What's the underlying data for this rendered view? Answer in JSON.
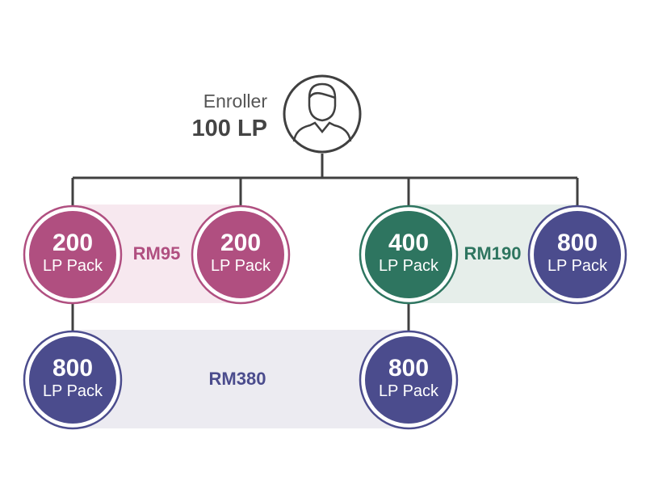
{
  "colors": {
    "line": "#404040",
    "pink": "#b04f80",
    "green": "#2e7560",
    "blue": "#4b4c8d",
    "band_pink": "#f7e8ef",
    "band_green": "#e6eeea",
    "band_blue": "#ecebf1"
  },
  "enroller": {
    "title": "Enroller",
    "value": "100 LP",
    "icon": "person-icon"
  },
  "nodes": [
    {
      "id": "node-1",
      "amount": "200",
      "unit": "LP Pack",
      "color": "pink"
    },
    {
      "id": "node-2",
      "amount": "200",
      "unit": "LP Pack",
      "color": "pink"
    },
    {
      "id": "node-3",
      "amount": "400",
      "unit": "LP Pack",
      "color": "green"
    },
    {
      "id": "node-4",
      "amount": "800",
      "unit": "LP Pack",
      "color": "blue"
    },
    {
      "id": "node-5",
      "amount": "800",
      "unit": "LP Pack",
      "color": "blue"
    },
    {
      "id": "node-6",
      "amount": "800",
      "unit": "LP Pack",
      "color": "blue"
    }
  ],
  "pairs": [
    {
      "id": "pair-pink",
      "label": "RM95",
      "color": "pink"
    },
    {
      "id": "pair-green",
      "label": "RM190",
      "color": "green"
    },
    {
      "id": "pair-blue",
      "label": "RM380",
      "color": "blue"
    }
  ]
}
